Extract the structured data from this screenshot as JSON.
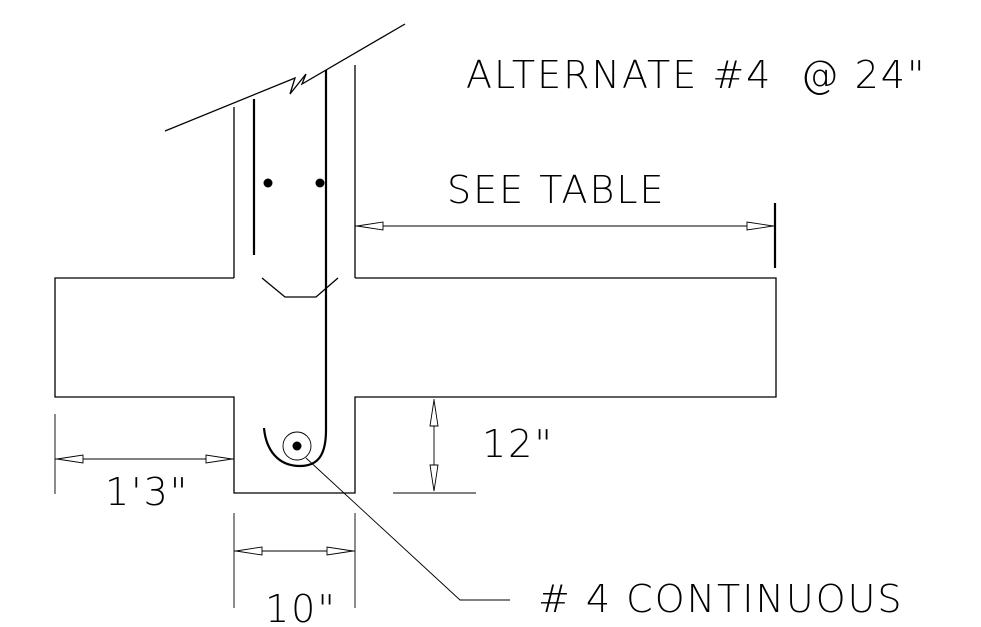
{
  "labels": {
    "note": "ALTERNATE #4  @ 24\"",
    "see_table": "SEE TABLE",
    "depth": "12\"",
    "overhang": "1'3\"",
    "stem_width": "10\"",
    "continuous_bar": "# 4 CONTINUOUS"
  }
}
